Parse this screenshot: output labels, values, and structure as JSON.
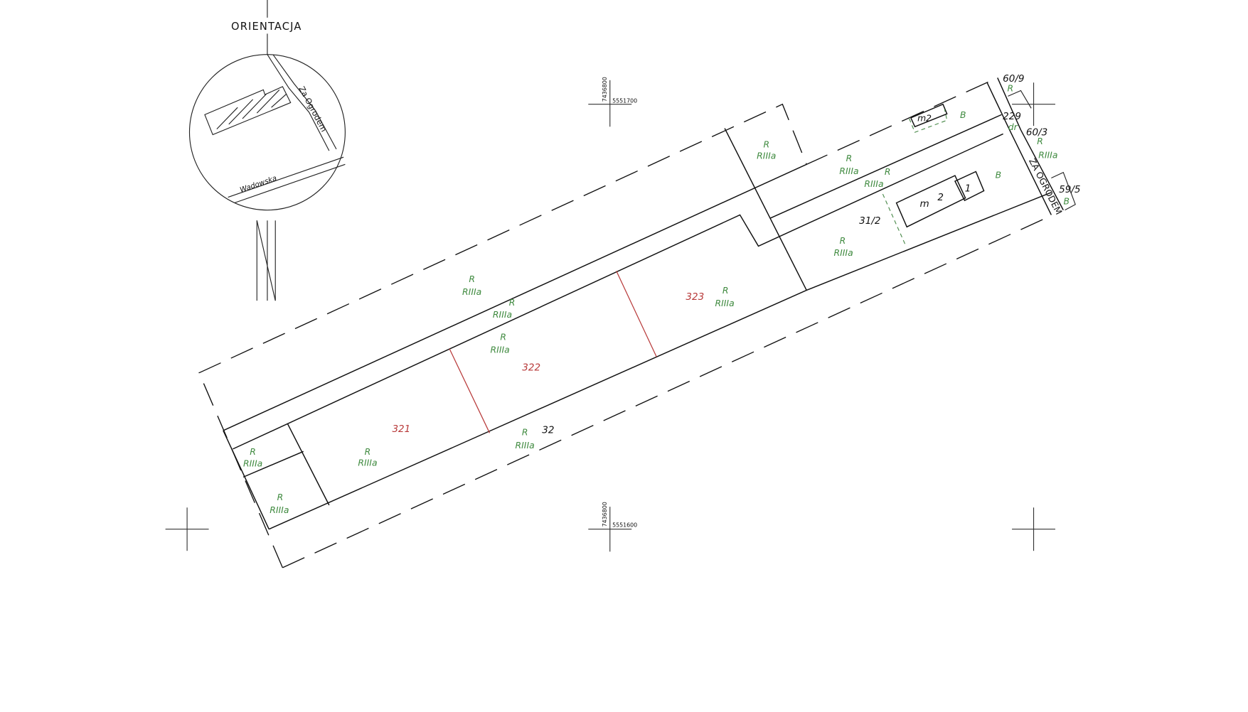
{
  "orientation": {
    "title": "ORIENTACJA",
    "streets": {
      "za_ogrodem": "Za Ogrodem",
      "wadowska": "Wadowska"
    }
  },
  "grid": {
    "top": {
      "x": "7436800",
      "y": "5551700"
    },
    "bottom": {
      "x": "7436800",
      "y": "5551600"
    }
  },
  "parcels": {
    "p321": "321",
    "p322": "322",
    "p323": "323",
    "p32": "32",
    "p31_2": "31/2",
    "p229": "229",
    "p60_9": "60/9",
    "p60_3": "60/3",
    "p59_5": "59/5"
  },
  "land_use": {
    "use": "R",
    "class": "RIIIa",
    "built": "B",
    "road": "dr"
  },
  "buildings": {
    "main_m": "m",
    "main_floors": "2",
    "annex": "1",
    "shed": "m2"
  },
  "street_label": "ZA OGRODEM",
  "colors": {
    "lines": "#111111",
    "land_use": "#3f8a3f",
    "parcel_split": "#b83a3a"
  }
}
